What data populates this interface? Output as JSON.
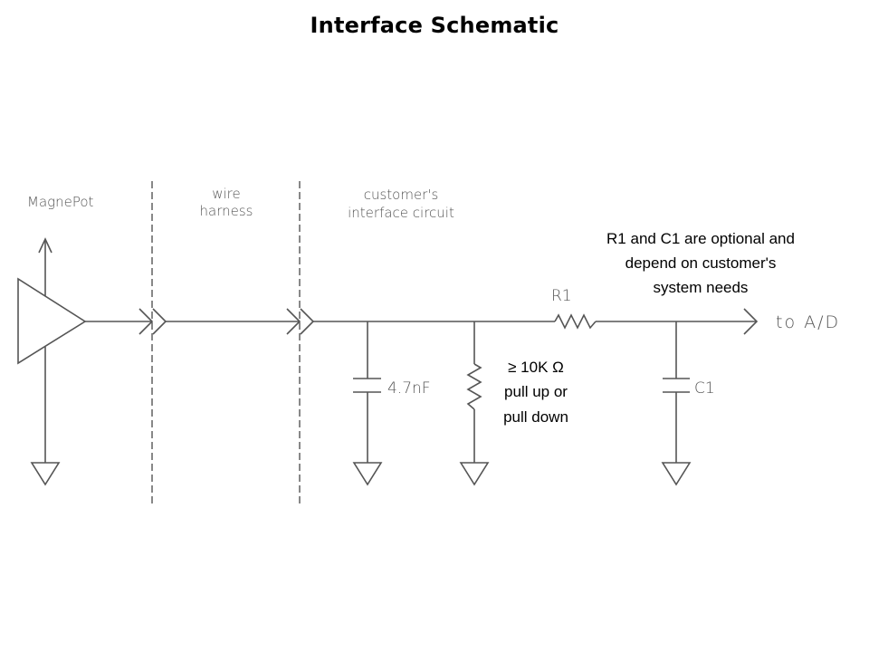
{
  "title": "Interface Schematic",
  "sections": {
    "magnepot": "MagnePot",
    "wire_harness": [
      "wire",
      "harness"
    ],
    "customer_circuit": [
      "customer's",
      "interface circuit"
    ]
  },
  "components": {
    "input_capacitor": {
      "label": "4.7nF"
    },
    "pull_resistor": {
      "label_lines": [
        "≥ 10K Ω",
        "pull up or",
        "pull down"
      ]
    },
    "r1": {
      "label": "R1"
    },
    "c1": {
      "label": "C1"
    },
    "output": {
      "label": "to A/D"
    }
  },
  "note": {
    "lines": [
      "R1 and C1 are optional and",
      "depend on customer's",
      "system needs"
    ]
  },
  "colors": {
    "line": "#555555",
    "title": "#000000",
    "note": "#000000"
  }
}
